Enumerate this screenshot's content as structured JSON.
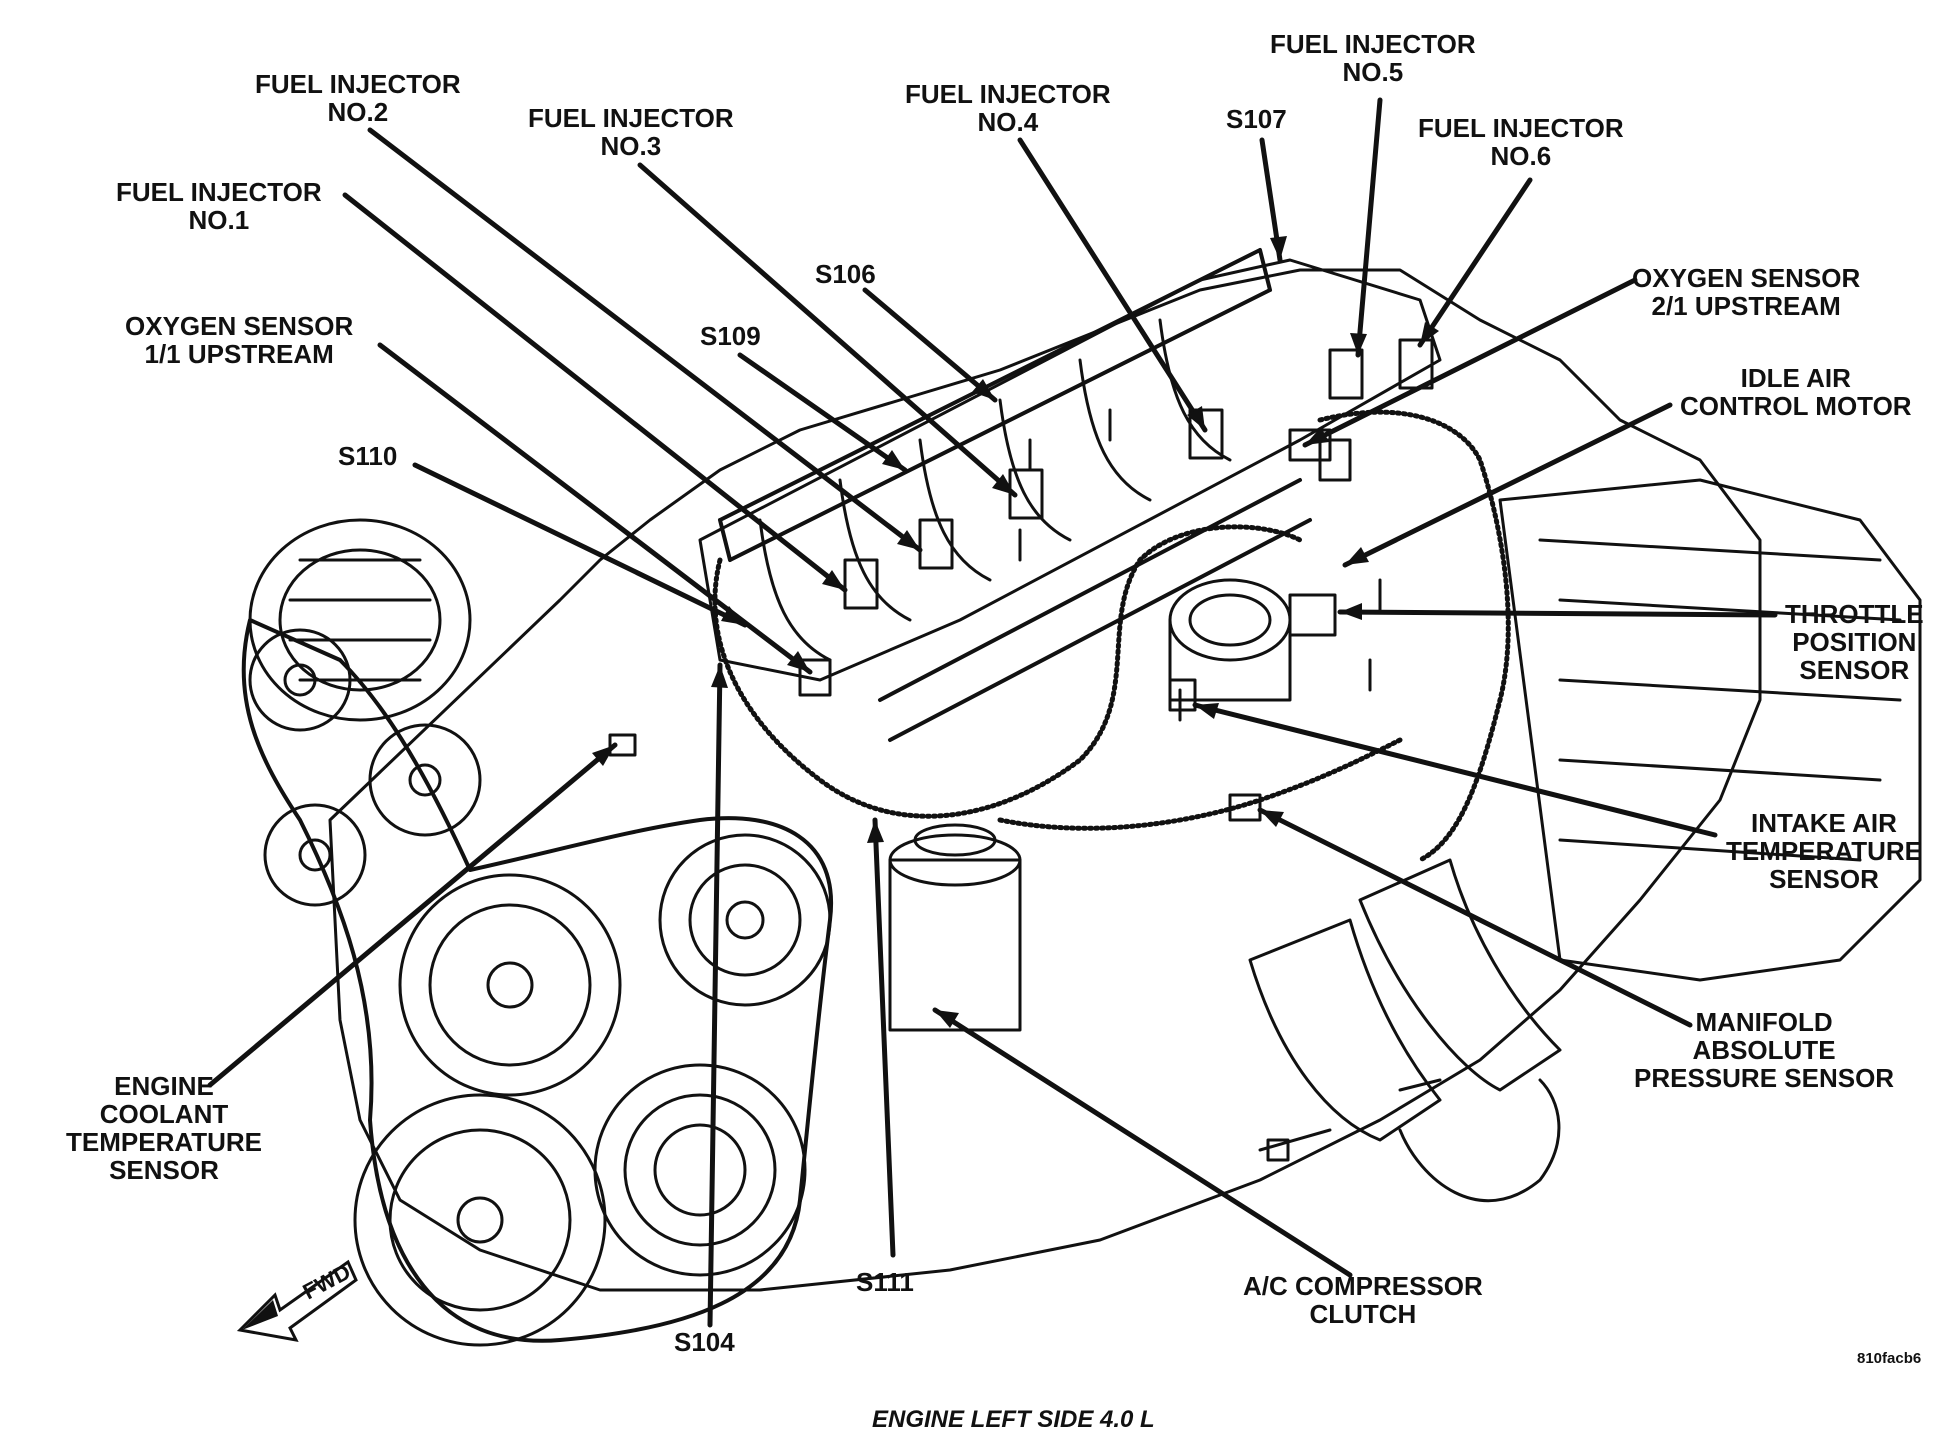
{
  "caption": "ENGINE LEFT SIDE 4.0 L",
  "figure_code": "810facb6",
  "fwd_label": "FWD",
  "labels": {
    "fi1": [
      "FUEL INJECTOR",
      "NO.1"
    ],
    "fi2": [
      "FUEL INJECTOR",
      "NO.2"
    ],
    "fi3": [
      "FUEL INJECTOR",
      "NO.3"
    ],
    "fi4": [
      "FUEL INJECTOR",
      "NO.4"
    ],
    "fi5": [
      "FUEL INJECTOR",
      "NO.5"
    ],
    "fi6": [
      "FUEL INJECTOR",
      "NO.6"
    ],
    "s107": [
      "S107"
    ],
    "s106": [
      "S106"
    ],
    "s109": [
      "S109"
    ],
    "s110": [
      "S110"
    ],
    "o2_11": [
      "OXYGEN SENSOR",
      "1/1 UPSTREAM"
    ],
    "o2_21": [
      "OXYGEN SENSOR",
      "2/1 UPSTREAM"
    ],
    "iac": [
      "IDLE AIR",
      "CONTROL MOTOR"
    ],
    "tps": [
      "THROTTLE",
      "POSITION",
      "SENSOR"
    ],
    "iat": [
      "INTAKE AIR",
      "TEMPERATURE",
      "SENSOR"
    ],
    "map": [
      "MANIFOLD",
      "ABSOLUTE",
      "PRESSURE SENSOR"
    ],
    "ac": [
      "A/C COMPRESSOR",
      "CLUTCH"
    ],
    "s111": [
      "S111"
    ],
    "s104": [
      "S104"
    ],
    "ect": [
      "ENGINE",
      "COOLANT",
      "TEMPERATURE",
      "SENSOR"
    ]
  }
}
